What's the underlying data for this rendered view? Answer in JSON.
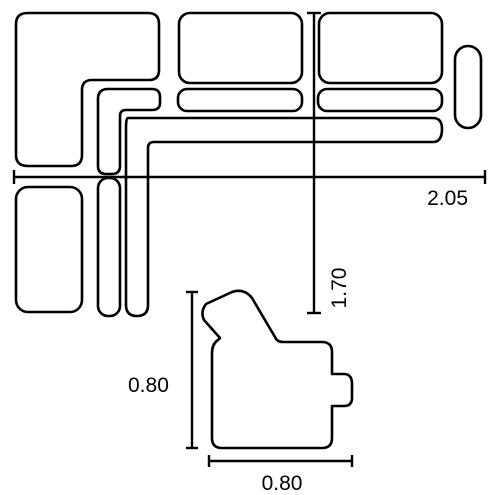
{
  "diagram": {
    "dimensions": {
      "total_width": "2.05",
      "total_depth": "1.70",
      "module_height": "0.80",
      "module_width": "0.80"
    }
  }
}
